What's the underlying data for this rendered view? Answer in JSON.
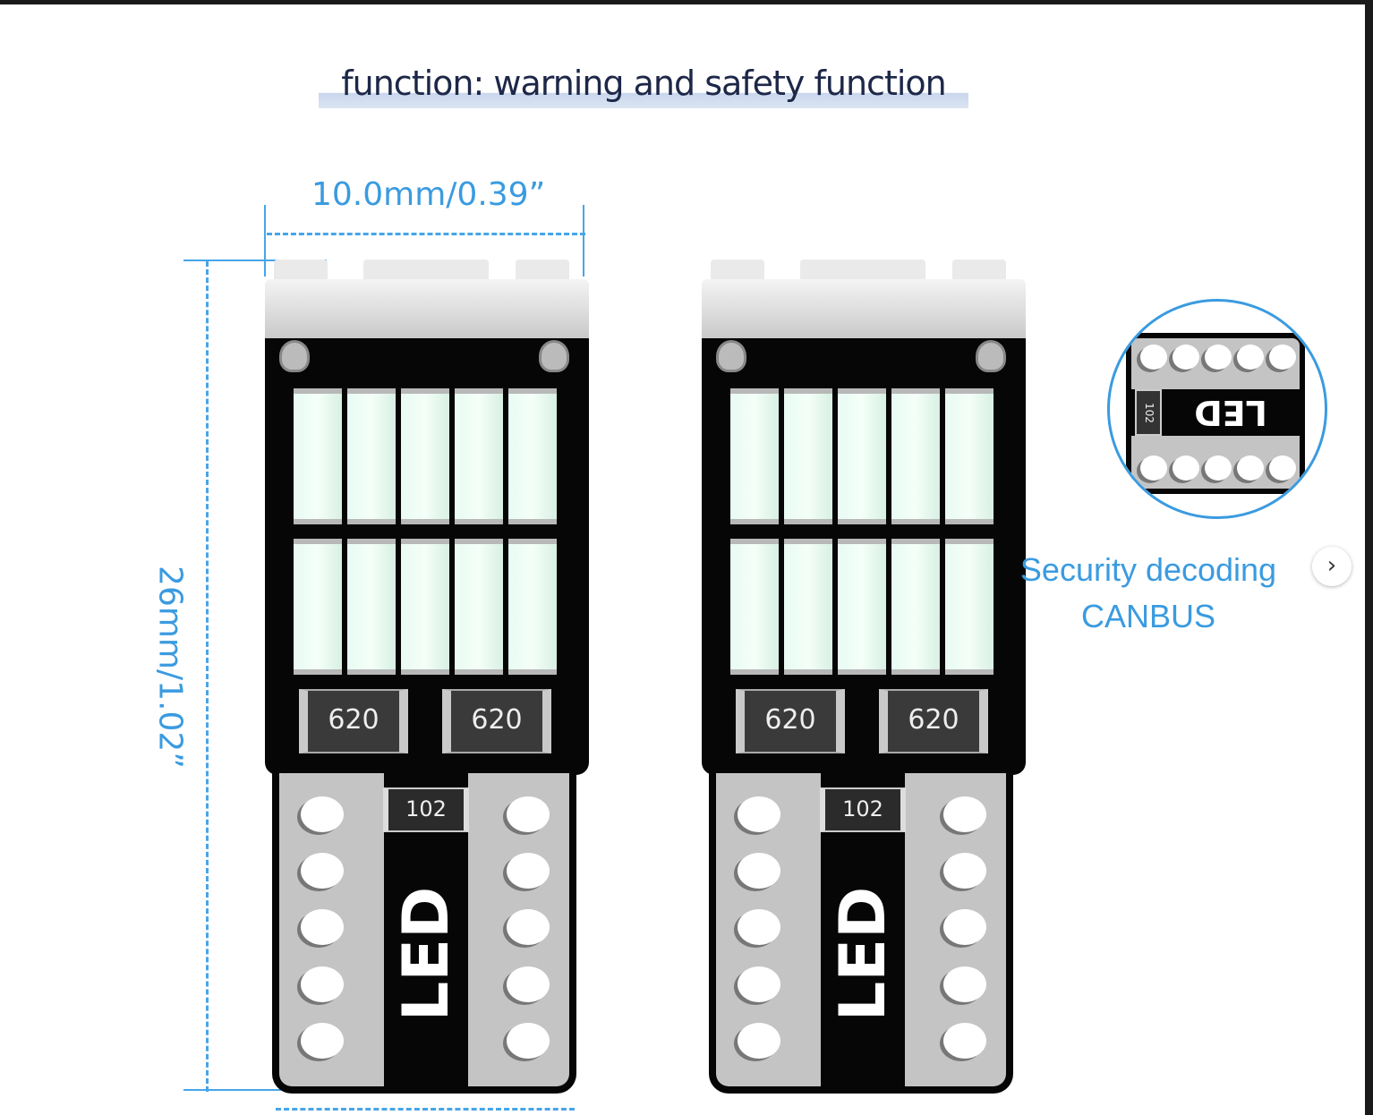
{
  "image": {
    "title": "function: warning and safety function",
    "width_label": "10.0mm/0.39”",
    "height_label": "26mm/1.02”",
    "resistor_code": "620",
    "chip_code": "102",
    "board_marking": "LED",
    "inset_caption_line1": "Security decoding",
    "inset_caption_line2": "CANBUS",
    "accent_color": "#3a9be0"
  },
  "carousel": {
    "next_icon": "chevron-right-icon",
    "next_label": "›"
  }
}
